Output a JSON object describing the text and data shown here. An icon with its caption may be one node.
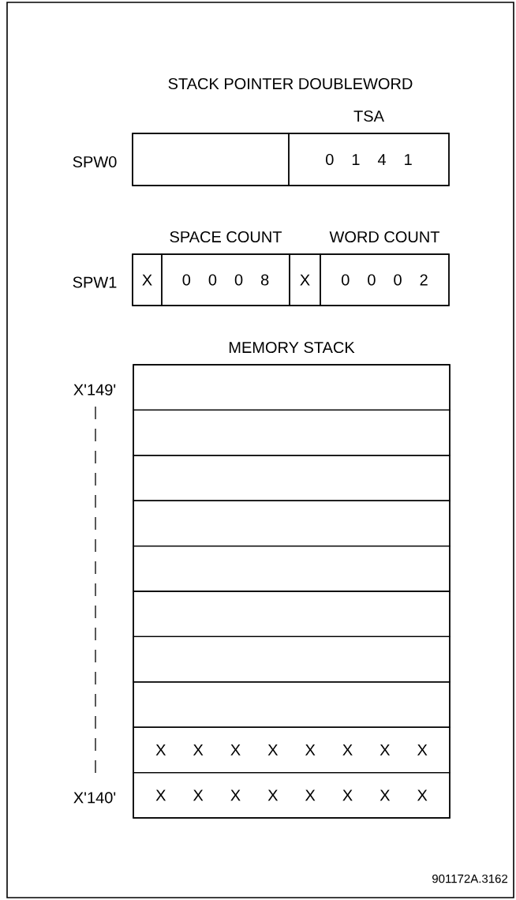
{
  "diagram": {
    "title": "STACK POINTER DOUBLEWORD",
    "nodes": [
      {
        "text": [],
        "shape": "box",
        "beside": [
          "SPW0"
        ]
      },
      {
        "text": [],
        "shape": "box",
        "in": 0
      },
      {
        "text": [
          "TSA",
          "0 1 4 1"
        ],
        "in": 0
      },
      {
        "text": [],
        "shape": "box",
        "beside": [
          "SPW1"
        ]
      },
      {
        "text": [
          "X"
        ],
        "in": 3
      },
      {
        "text": [
          "SPACE COUNT",
          "0 0 0 8"
        ],
        "in": 3
      },
      {
        "text": [
          "X"
        ],
        "in": 3
      },
      {
        "text": [
          "WORD COUNT",
          "0 0 0 2"
        ],
        "in": 3
      },
      {
        "text": [
          "MEMORY STACK"
        ]
      },
      {
        "text": [],
        "shape": "box",
        "in": 8,
        "beside": [
          "X'149'"
        ]
      },
      {
        "text": [],
        "shape": "box",
        "in": 8
      },
      {
        "text": [],
        "shape": "box",
        "in": 8
      },
      {
        "text": [],
        "shape": "box",
        "in": 8
      },
      {
        "text": [],
        "shape": "box",
        "in": 8
      },
      {
        "text": [],
        "shape": "box",
        "in": 8
      },
      {
        "text": [],
        "shape": "box",
        "in": 8
      },
      {
        "text": [],
        "shape": "box",
        "in": 8
      },
      {
        "text": [
          "X X X X X X X X"
        ],
        "in": 8
      },
      {
        "text": [
          "X X X X X X X X"
        ],
        "in": 8,
        "beside": [
          "X'140'"
        ]
      }
    ],
    "labels": [
      "901172A.3162"
    ]
  }
}
